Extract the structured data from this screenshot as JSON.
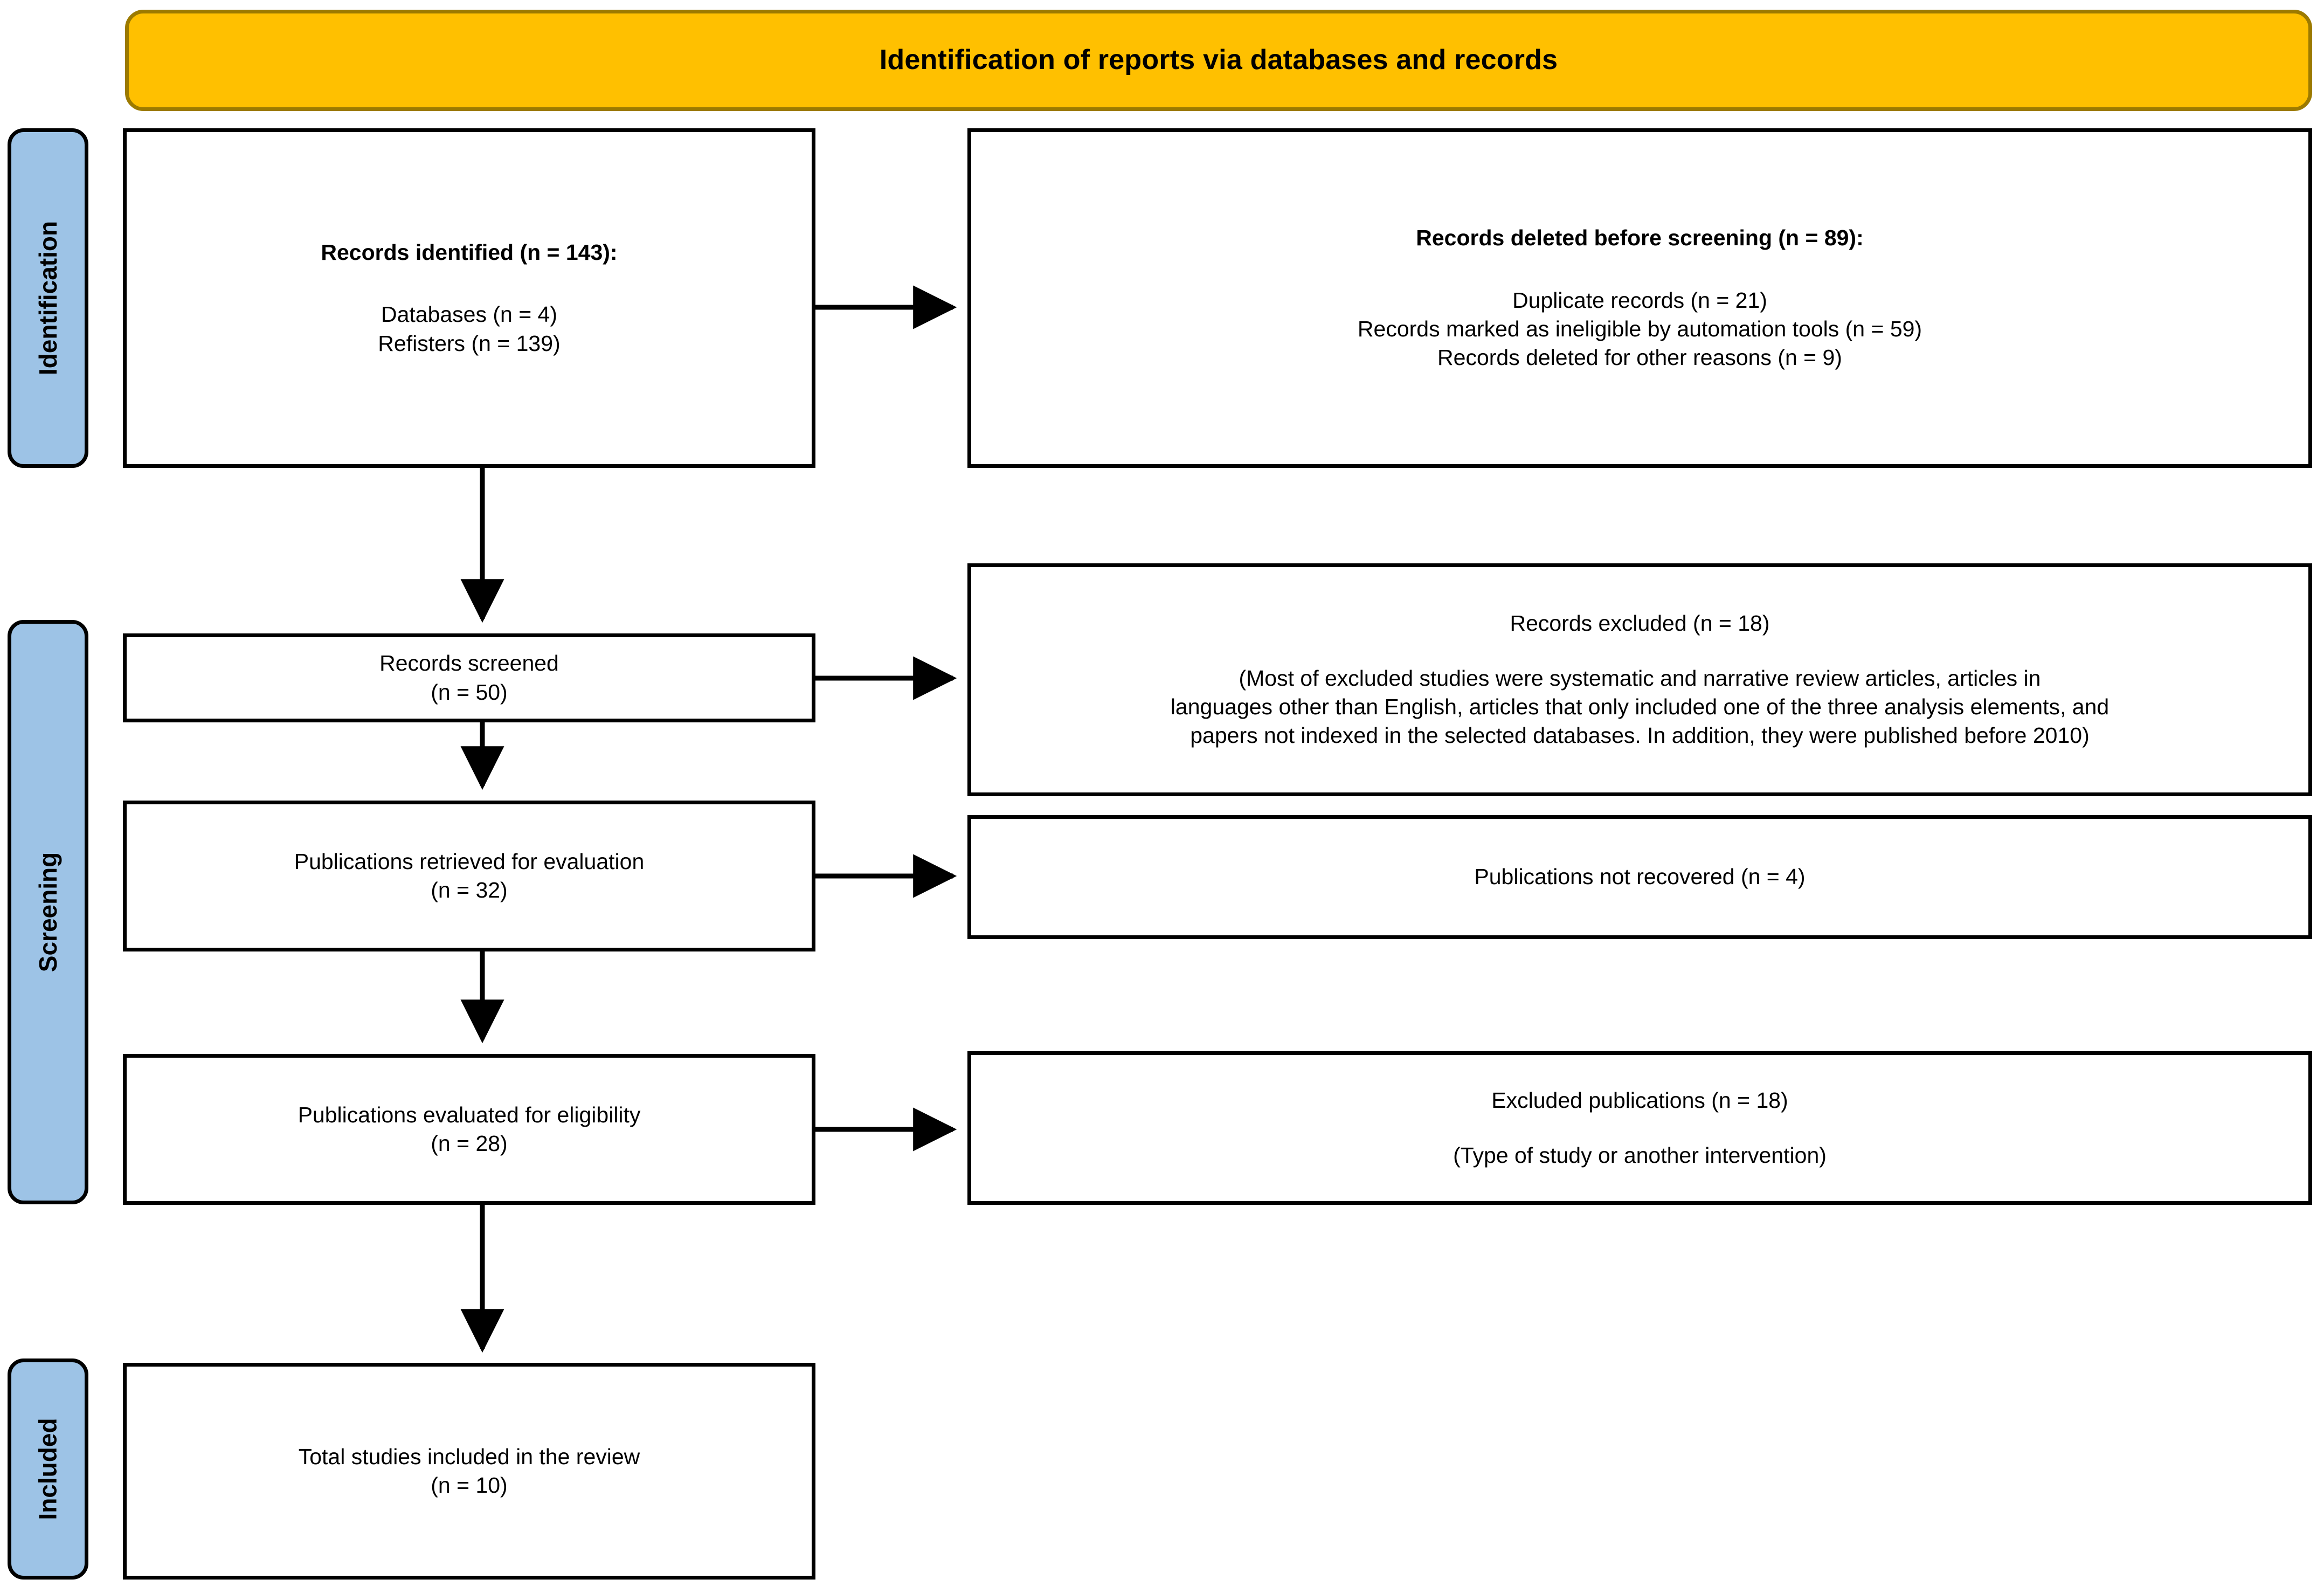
{
  "header": {
    "title": "Identification of reports via databases and records",
    "background_color": "#FFC000",
    "border_color": "#9C7A00"
  },
  "stages": {
    "accent_color": "#9DC3E6",
    "identification": "Identification",
    "screening": "Screening",
    "included": "Included"
  },
  "boxes": {
    "identified": {
      "title": "Records identified (n = 143):",
      "line1": "Databases (n = 4)",
      "line2": "Refisters (n = 139)"
    },
    "deleted": {
      "title": "Records deleted before screening (n = 89):",
      "line1": "Duplicate records (n = 21)",
      "line2": "Records marked as ineligible by automation tools (n = 59)",
      "line3": "Records deleted for other reasons (n = 9)"
    },
    "screened": {
      "line1": "Records screened",
      "line2": "(n = 50)"
    },
    "records_excluded": {
      "title": "Records excluded (n = 18)",
      "note_line1": "(Most of excluded studies were systematic and narrative review articles, articles in",
      "note_line2": "languages other than English, articles that only included one of the three analysis elements, and",
      "note_line3": "papers not indexed in the selected databases. In addition, they were published before 2010)"
    },
    "retrieved": {
      "line1": "Publications retrieved for evaluation",
      "line2": "(n = 32)"
    },
    "not_recovered": {
      "line1": "Publications not recovered (n = 4)"
    },
    "evaluated": {
      "line1": "Publications evaluated for eligibility",
      "line2": "(n = 28)"
    },
    "excluded_publications": {
      "title": "Excluded publications (n = 18)",
      "note": "(Type of study or another intervention)"
    },
    "included_total": {
      "line1": "Total studies included in the review",
      "line2": "(n = 10)"
    }
  },
  "connectors": {
    "color": "#000000",
    "arrows": [
      {
        "name": "identified-to-deleted",
        "direction": "right"
      },
      {
        "name": "identified-to-screened",
        "direction": "down"
      },
      {
        "name": "screened-to-records-excluded",
        "direction": "right"
      },
      {
        "name": "screened-to-retrieved",
        "direction": "down"
      },
      {
        "name": "retrieved-to-not-recovered",
        "direction": "right"
      },
      {
        "name": "retrieved-to-evaluated",
        "direction": "down"
      },
      {
        "name": "evaluated-to-excluded-publications",
        "direction": "right"
      },
      {
        "name": "evaluated-to-included",
        "direction": "down"
      }
    ]
  }
}
